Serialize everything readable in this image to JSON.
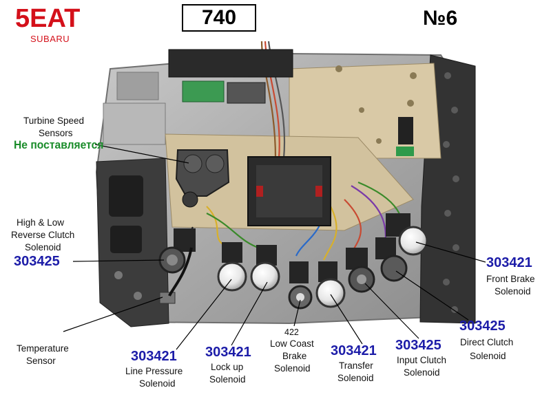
{
  "header": {
    "brand": "5EAT",
    "brand_sub": "SUBARU",
    "part_number": "740",
    "variant": "№6"
  },
  "colors": {
    "brand": "#d4101a",
    "part_code": "#1c1ca8",
    "not_supplied": "#1a8c2a"
  },
  "callouts": {
    "turbine": {
      "title_l1": "Turbine Speed",
      "title_l2": "Sensors",
      "note": "Не поставляется"
    },
    "high_low": {
      "title_l1": "High & Low",
      "title_l2": "Reverse Clutch",
      "title_l3": "Solenoid",
      "code": "303425"
    },
    "temperature": {
      "title_l1": "Temperature",
      "title_l2": "Sensor"
    },
    "line_pressure": {
      "code": "303421",
      "title_l1": "Line Pressure",
      "title_l2": "Solenoid"
    },
    "lock_up": {
      "code": "303421",
      "title_l1": "Lock up",
      "title_l2": "Solenoid"
    },
    "low_coast": {
      "code": "422",
      "title_l1": "Low Coast",
      "title_l2": "Brake",
      "title_l3": "Solenoid"
    },
    "transfer": {
      "code": "303421",
      "title_l1": "Transfer",
      "title_l2": "Solenoid"
    },
    "input_clutch": {
      "code": "303425",
      "title_l1": "Input Clutch",
      "title_l2": "Solenoid"
    },
    "direct_clutch": {
      "code": "303425",
      "title_l1": "Direct Clutch",
      "title_l2": "Solenoid"
    },
    "front_brake": {
      "code": "303421",
      "title_l1": "Front Brake",
      "title_l2": "Solenoid"
    }
  }
}
